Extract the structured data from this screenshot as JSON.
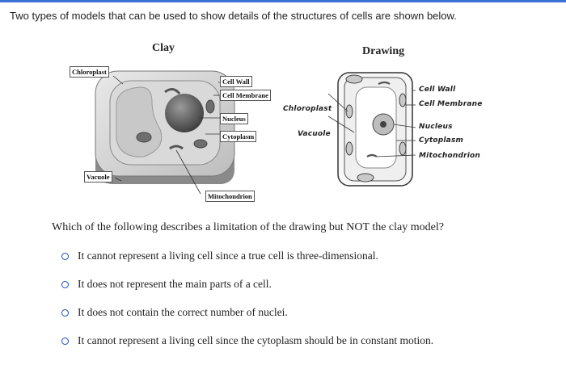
{
  "intro_text": "Two types of models that can be used to show details of the structures of cells are shown below.",
  "figure": {
    "clay_title": "Clay",
    "drawing_title": "Drawing",
    "clay_labels": {
      "chloroplast": "Chloroplast",
      "cell_wall": "Cell Wall",
      "cell_membrane": "Cell Membrane",
      "nucleus": "Nucleus",
      "cytoplasm": "Cytoplasm",
      "vacuole": "Vacuole",
      "mitochondrion": "Mitochondrion"
    },
    "drawing_labels": {
      "chloroplast": "Chloroplast",
      "vacuole": "Vacuole",
      "cell_wall": "Cell Wall",
      "cell_membrane": "Cell Membrane",
      "nucleus": "Nucleus",
      "cytoplasm": "Cytoplasm",
      "mitochondrion": "Mitochondrion"
    }
  },
  "question": "Which of the following describes a limitation of the drawing but NOT the clay model?",
  "choices": [
    "It cannot represent a living cell since a true cell is three-dimensional.",
    "It does not represent the main parts of a cell.",
    "It does not contain the correct number of nuclei.",
    "It cannot represent a living cell since the cytoplasm should be in constant motion."
  ],
  "colors": {
    "accent": "#3b6fd4",
    "radio": "#1a4fb0"
  }
}
